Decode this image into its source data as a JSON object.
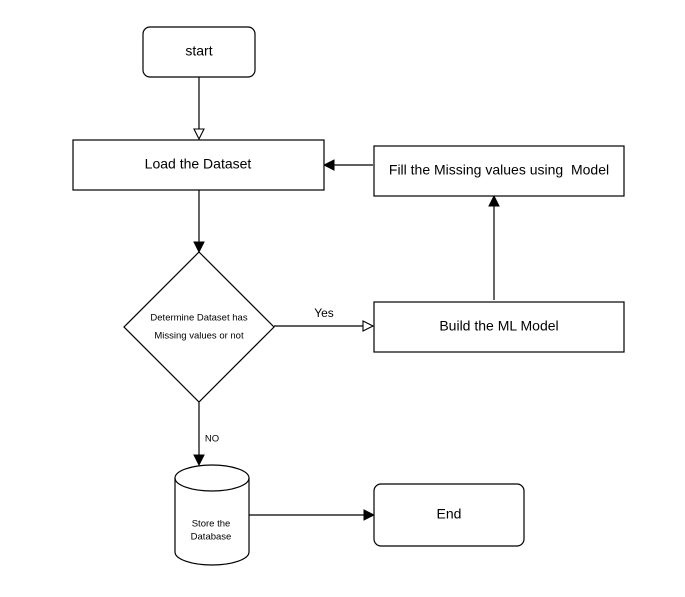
{
  "nodes": {
    "start": {
      "label": "start"
    },
    "load_dataset": {
      "label": "Load the Dataset"
    },
    "decision": {
      "line1": "Determine Dataset has",
      "line2": "Missing values or not"
    },
    "build_model": {
      "label": "Build the ML Model"
    },
    "fill_missing": {
      "label": "Fill the Missing values using  Model"
    },
    "store_db": {
      "line1": "Store the",
      "line2": "Database"
    },
    "end": {
      "label": "End"
    }
  },
  "edges": {
    "yes_label": "Yes",
    "no_label": "NO"
  }
}
